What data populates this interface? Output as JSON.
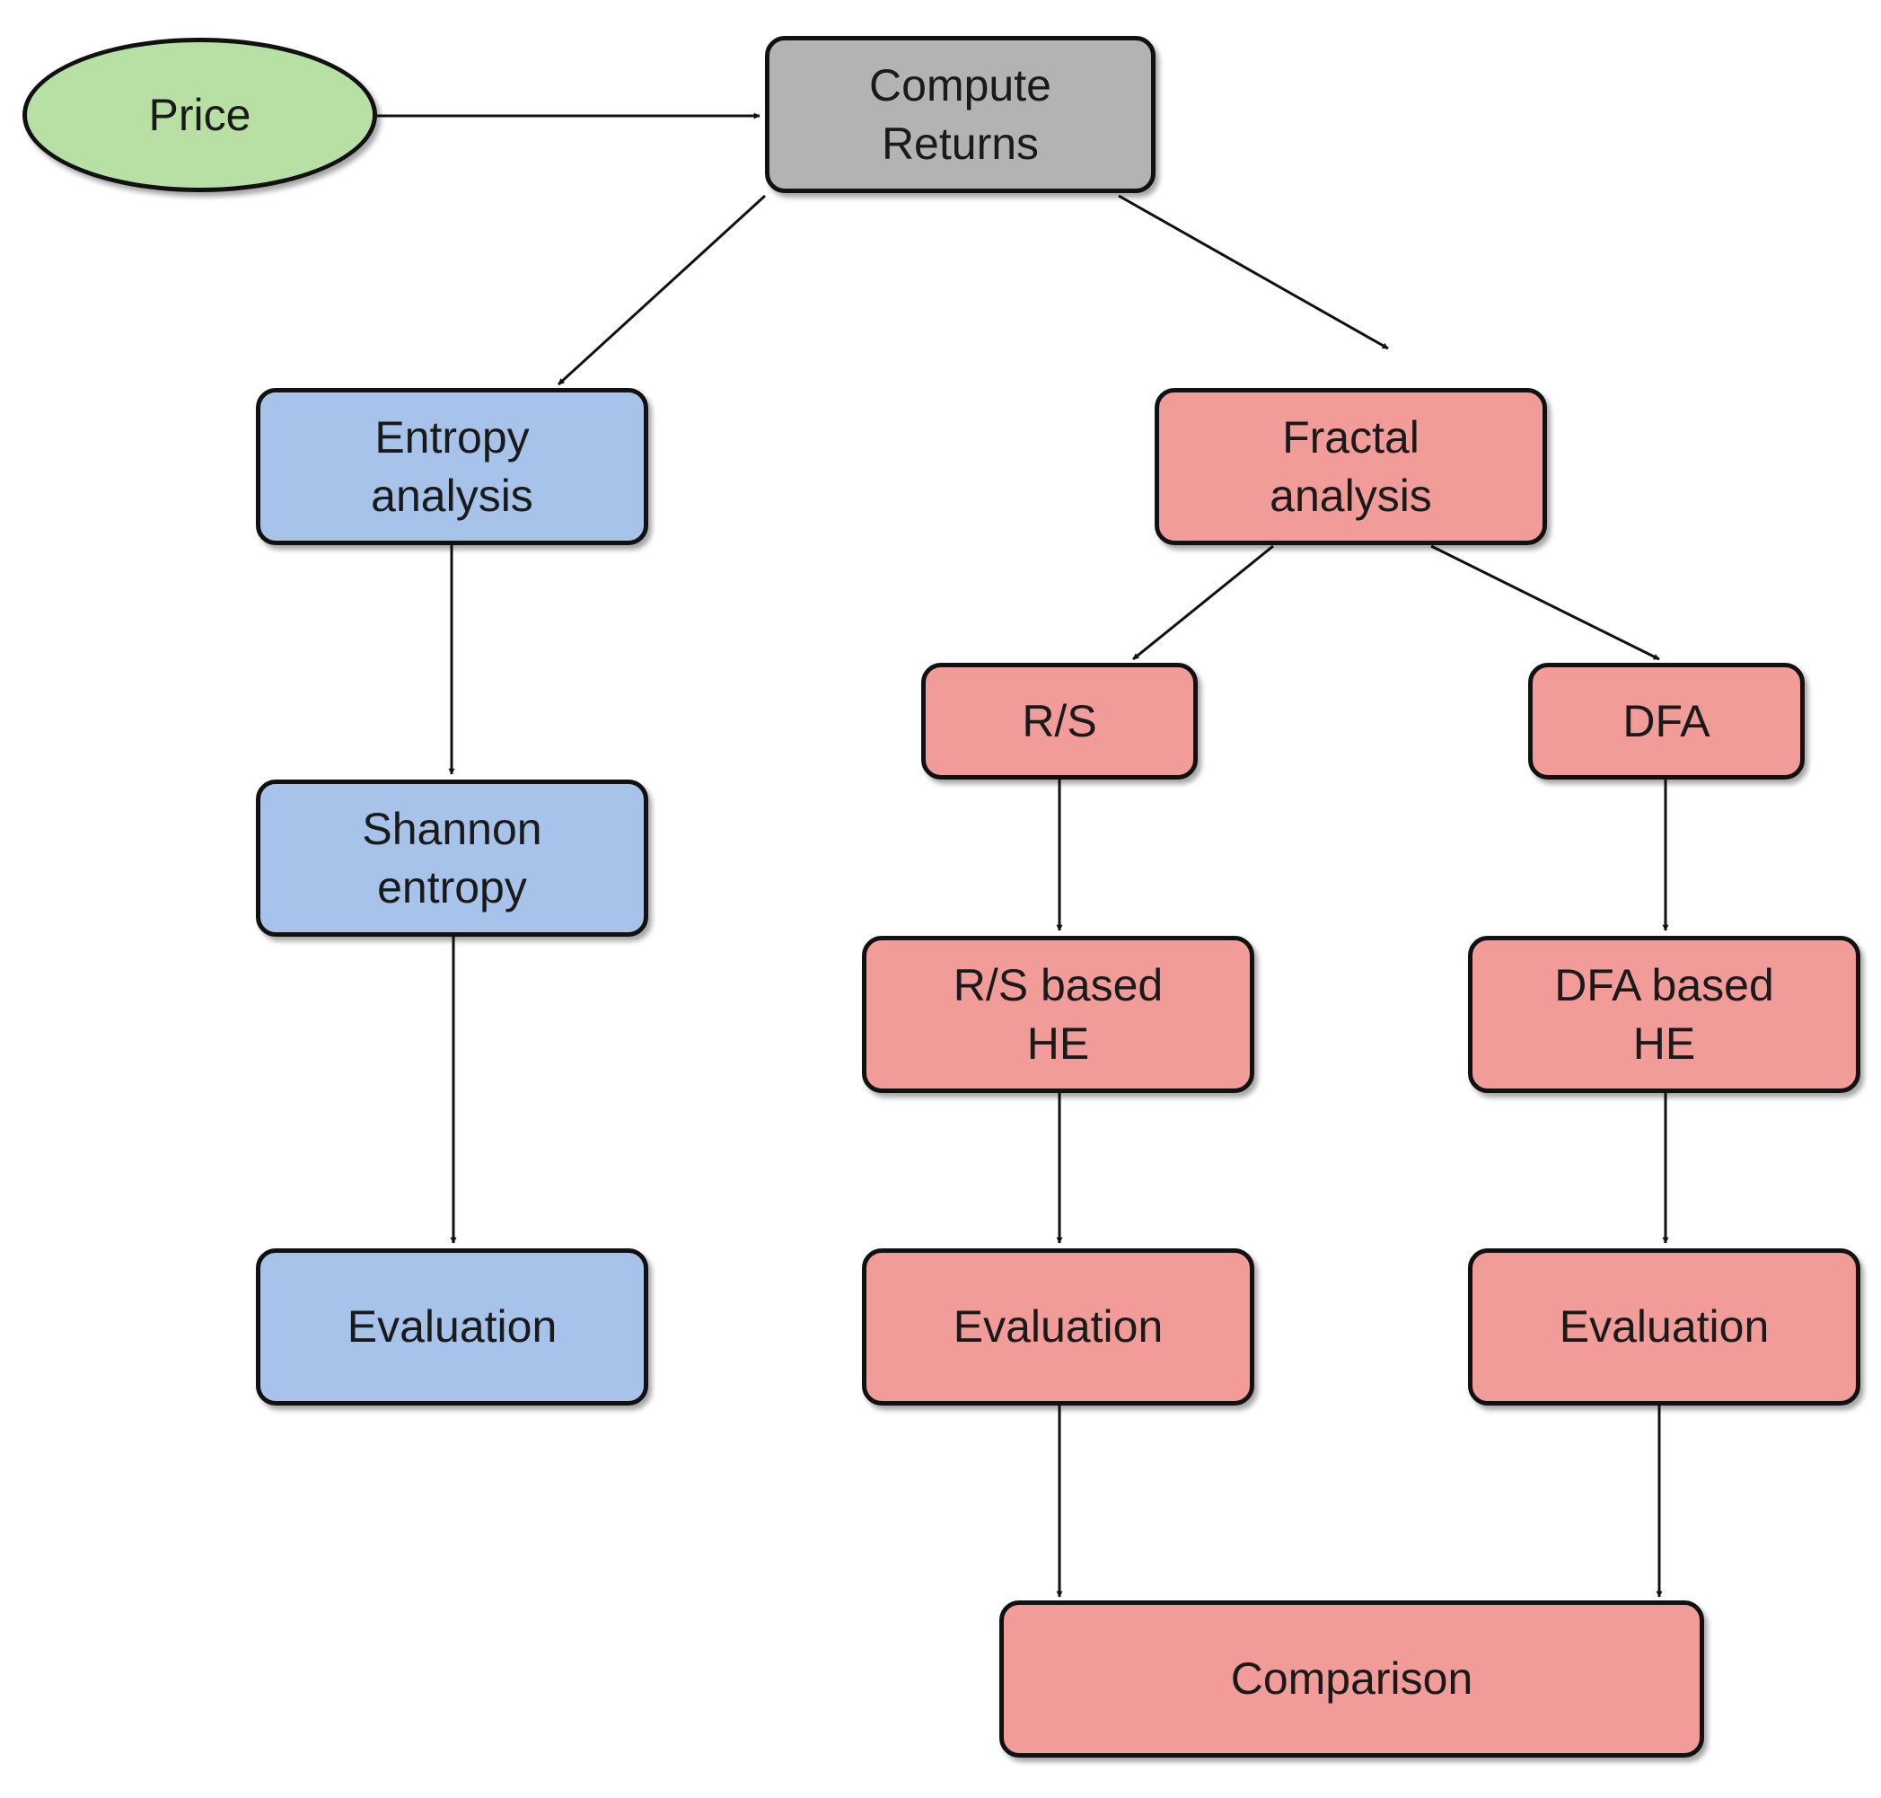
{
  "colors": {
    "green": "#b8e0a4",
    "gray": "#b3b3b3",
    "blue": "#a7c3ea",
    "red": "#f19c99",
    "stroke": "#111111"
  },
  "nodes": {
    "price": {
      "label": "Price",
      "fill": "green"
    },
    "compute_returns": {
      "label": "Compute\nReturns",
      "fill": "gray"
    },
    "entropy_analysis": {
      "label": "Entropy\nanalysis",
      "fill": "blue"
    },
    "fractal_analysis": {
      "label": "Fractal\nanalysis",
      "fill": "red"
    },
    "rs": {
      "label": "R/S",
      "fill": "red"
    },
    "dfa": {
      "label": "DFA",
      "fill": "red"
    },
    "shannon_entropy": {
      "label": "Shannon\nentropy",
      "fill": "blue"
    },
    "rs_based_he": {
      "label": "R/S based\nHE",
      "fill": "red"
    },
    "dfa_based_he": {
      "label": "DFA based\nHE",
      "fill": "red"
    },
    "evaluation_entropy": {
      "label": "Evaluation",
      "fill": "blue"
    },
    "evaluation_rs": {
      "label": "Evaluation",
      "fill": "red"
    },
    "evaluation_dfa": {
      "label": "Evaluation",
      "fill": "red"
    },
    "comparison": {
      "label": "Comparison",
      "fill": "red"
    }
  },
  "edges": [
    {
      "from": "price",
      "to": "compute_returns"
    },
    {
      "from": "compute_returns",
      "to": "entropy_analysis"
    },
    {
      "from": "compute_returns",
      "to": "fractal_analysis"
    },
    {
      "from": "entropy_analysis",
      "to": "shannon_entropy"
    },
    {
      "from": "shannon_entropy",
      "to": "evaluation_entropy"
    },
    {
      "from": "fractal_analysis",
      "to": "rs"
    },
    {
      "from": "fractal_analysis",
      "to": "dfa"
    },
    {
      "from": "rs",
      "to": "rs_based_he"
    },
    {
      "from": "dfa",
      "to": "dfa_based_he"
    },
    {
      "from": "rs_based_he",
      "to": "evaluation_rs"
    },
    {
      "from": "dfa_based_he",
      "to": "evaluation_dfa"
    },
    {
      "from": "evaluation_rs",
      "to": "comparison"
    },
    {
      "from": "evaluation_dfa",
      "to": "comparison"
    }
  ]
}
